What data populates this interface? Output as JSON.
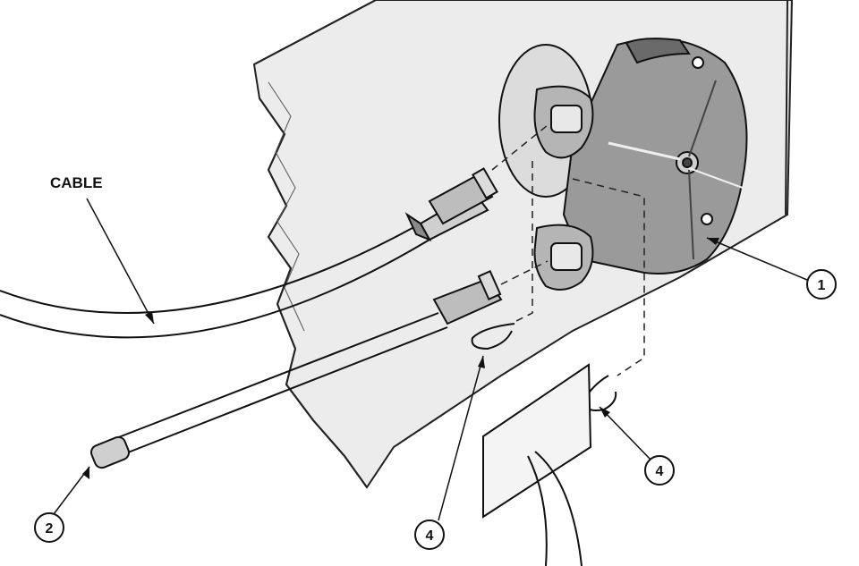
{
  "diagram": {
    "labels": {
      "cable": "CABLE"
    },
    "callouts": [
      {
        "id": "callout-1",
        "number": "1"
      },
      {
        "id": "callout-2",
        "number": "2"
      },
      {
        "id": "callout-4-left",
        "number": "4"
      },
      {
        "id": "callout-4-right",
        "number": "4"
      }
    ]
  }
}
